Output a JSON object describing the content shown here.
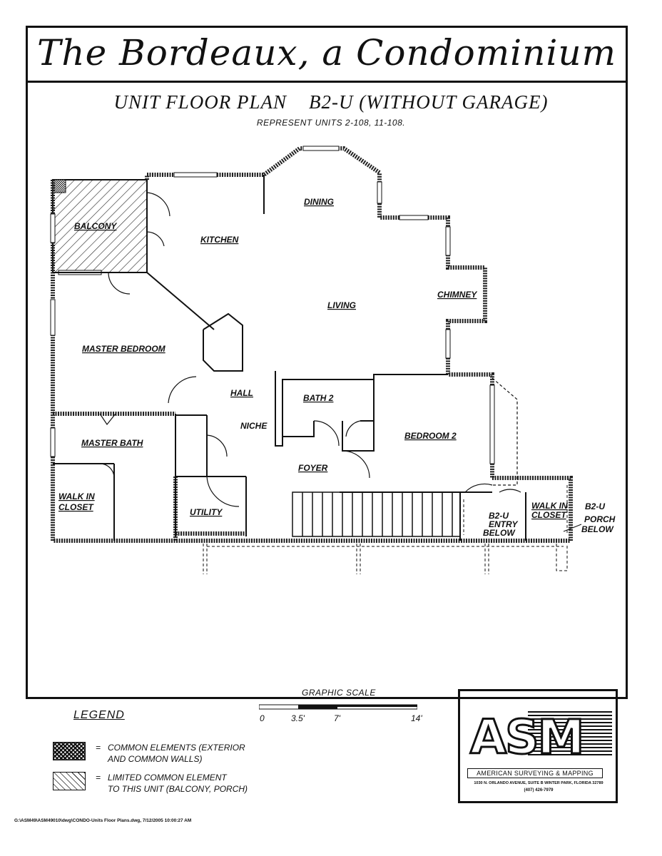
{
  "header": {
    "title": "The Bordeaux, a Condominium",
    "plan_title": "UNIT FLOOR PLAN    B2-U (WITHOUT GARAGE)",
    "subtitle": "REPRESENT UNITS 2-108, 11-108."
  },
  "rooms": {
    "balcony": "BALCONY",
    "kitchen": "KITCHEN",
    "dining": "DINING",
    "living": "LIVING",
    "chimney": "CHIMNEY",
    "master_bedroom": "MASTER BEDROOM",
    "hall": "HALL",
    "niche": "NICHE",
    "bath2": "BATH 2",
    "bedroom2": "BEDROOM 2",
    "master_bath": "MASTER BATH",
    "foyer": "FOYER",
    "walk_in_closet_left_1": "WALK IN",
    "walk_in_closet_left_2": "CLOSET",
    "utility": "UTILITY",
    "entry_below_1": "B2-U",
    "entry_below_2": "ENTRY",
    "entry_below_3": "BELOW",
    "walk_in_closet_right_1": "WALK IN",
    "walk_in_closet_right_2": "CLOSET",
    "porch_below_1": "B2-U",
    "porch_below_2": "PORCH",
    "porch_below_3": "BELOW"
  },
  "legend": {
    "title": "LEGEND",
    "items": [
      {
        "symbol": "=",
        "line1": "COMMON ELEMENTS (EXTERIOR",
        "line2": "AND COMMON WALLS)"
      },
      {
        "symbol": "=",
        "line1": "LIMITED COMMON ELEMENT",
        "line2": "TO THIS UNIT (BALCONY, PORCH)"
      }
    ]
  },
  "scale": {
    "title": "GRAPHIC SCALE",
    "ticks": [
      "0",
      "3.5'",
      "7'",
      "14'"
    ]
  },
  "company": {
    "logo": "ASM",
    "name": "AMERICAN SURVEYING & MAPPING",
    "address": "1030 N. ORLANDO AVENUE,  SUITE B  WINTER PARK, FLORIDA 32789",
    "phone": "(407) 426-7979"
  },
  "footer": {
    "file_path": "G:\\ASM49\\ASM49010\\dwg\\CONDO-Units Floor Plans.dwg, 7/12/2005 10:00:27 AM"
  }
}
